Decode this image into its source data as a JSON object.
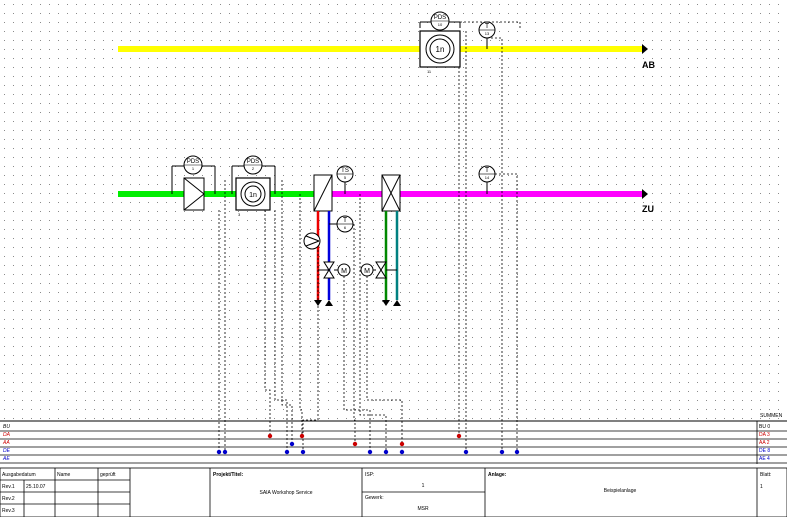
{
  "outlet": "AB",
  "supply": "ZU",
  "devices": {
    "pds1": {
      "abbr": "PDS",
      "num": "1"
    },
    "pds2": {
      "abbr": "PDS",
      "num": "2"
    },
    "pds10": {
      "abbr": "PDS",
      "num": "10"
    },
    "t13": {
      "abbr": "T",
      "num": "13"
    },
    "t14": {
      "abbr": "T",
      "num": "14"
    },
    "ts": {
      "abbr": "TS",
      "num": "5"
    },
    "t6": {
      "abbr": "T",
      "num": "6"
    },
    "fan": "1n",
    "fan_exhaust": "1n",
    "motor": "M"
  },
  "bus": {
    "summen": "SUMMEN",
    "rows": [
      {
        "left": "BU",
        "right": "BU 0",
        "color": "#000000"
      },
      {
        "left": "DA",
        "right": "DA 3",
        "color": "#cc0000"
      },
      {
        "left": "AA",
        "right": "AA 2",
        "color": "#cc0000"
      },
      {
        "left": "DE",
        "right": "DE 8",
        "color": "#0000cc"
      },
      {
        "left": "AE",
        "right": "AE 4",
        "color": "#0000cc"
      }
    ]
  },
  "titleblock": {
    "ausgabedatum": "Ausgabedatum",
    "name": "Name",
    "geprueft": "geprüft",
    "rev1": "Rev.1",
    "rev1_date": "25.10.07",
    "rev2": "Rev.2",
    "rev3": "Rev.3",
    "projekt_label": "Projekt/Titel:",
    "projekt_value": "SAIA Workshop Service",
    "isp_label": "ISP:",
    "isp_value": "1",
    "gewerk_label": "Gewerk:",
    "gewerk_value": "MSR",
    "anlage_label": "Anlage:",
    "anlage_value": "Beispielanlage",
    "blatt_label": "Blatt:",
    "blatt_value": "1"
  }
}
